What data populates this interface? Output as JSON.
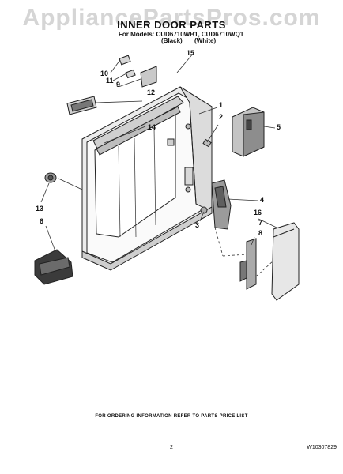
{
  "watermark": "AppliancePartsPros.com",
  "header": {
    "title": "INNER DOOR PARTS",
    "models_line": "For Models: CUD6710WB1, CUD6710WQ1",
    "variant_black": "(Black)",
    "variant_white": "(White)"
  },
  "callouts": {
    "c1": "1",
    "c2": "2",
    "c3": "3",
    "c4": "4",
    "c5": "5",
    "c6": "6",
    "c7": "7",
    "c8": "8",
    "c9": "9",
    "c10": "10",
    "c11": "11",
    "c12": "12",
    "c13": "13",
    "c14": "14",
    "c15": "15",
    "c16": "16"
  },
  "footer": {
    "note": "FOR ORDERING INFORMATION REFER TO PARTS PRICE LIST",
    "page_number": "2",
    "doc_number": "W10307829"
  }
}
